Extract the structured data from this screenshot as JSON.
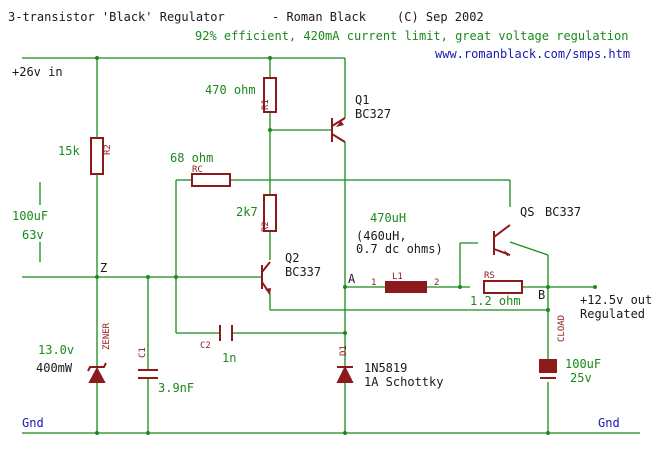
{
  "header": {
    "title": "3-transistor 'Black' Regulator",
    "author": "- Roman Black",
    "copyright": "(C) Sep 2002",
    "subtitle": "92% efficient, 420mA current limit, great voltage regulation",
    "url": "www.romanblack.com/smps.htm"
  },
  "rails": {
    "input": "+26v in",
    "gnd_left": "Gnd",
    "gnd_right": "Gnd",
    "output": "+12.5v out",
    "output_note": "Regulated"
  },
  "nodes": {
    "z": "Z",
    "a": "A",
    "b": "B"
  },
  "components": {
    "r2": {
      "ref": "R2",
      "value": "15k"
    },
    "c_in": {
      "value": "100uF",
      "rating": "63v"
    },
    "r1": {
      "ref": "R1",
      "value": "470 ohm"
    },
    "q1": {
      "ref": "Q1",
      "part": "BC327"
    },
    "rc": {
      "ref": "RC",
      "value": "68 ohm"
    },
    "r2b": {
      "ref": "R2",
      "value": "2k7"
    },
    "q2": {
      "ref": "Q2",
      "part": "BC337"
    },
    "qs": {
      "ref": "QS",
      "part": "BC337"
    },
    "l1": {
      "ref": "L1",
      "value": "470uH",
      "note1": "(460uH,",
      "note2": "0.7 dc ohms)",
      "pin1": "1",
      "pin2": "2"
    },
    "rs": {
      "ref": "RS",
      "value": "1.2 ohm"
    },
    "c2": {
      "ref": "C2",
      "value": "1n"
    },
    "zener": {
      "ref": "ZENER",
      "voltage": "13.0v",
      "power": "400mW"
    },
    "c1": {
      "ref": "C1",
      "value": "3.9nF"
    },
    "d1": {
      "ref": "D1",
      "part": "1N5819",
      "note": "1A Schottky"
    },
    "cload": {
      "ref": "CLOAD",
      "value": "100uF",
      "rating": "25v"
    }
  },
  "colors": {
    "wire": "#1a8a1a",
    "component": "#8c1a1a",
    "note": "#1a1ab0",
    "text": "#1a1a1a"
  }
}
